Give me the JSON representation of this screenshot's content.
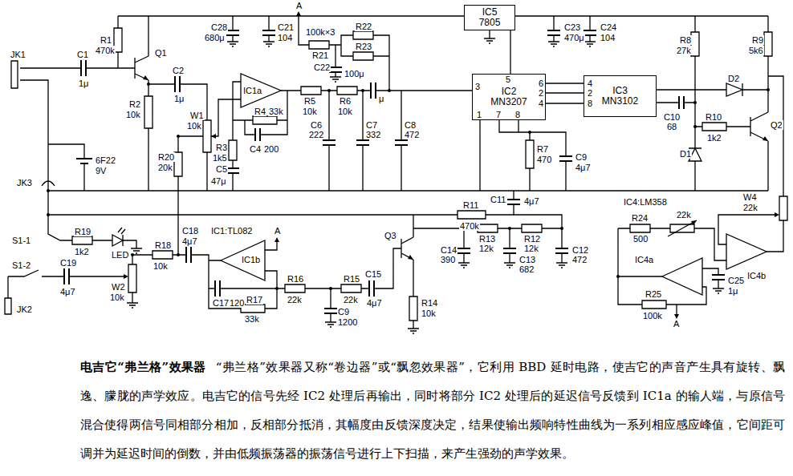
{
  "diagram": {
    "title": "电吉它“弗兰格”效果器",
    "caption": "“弗兰格”效果器又称“卷边器”或“飘忽效果器”，它利用 BBD 延时电路，使吉它的声音产生具有旋转、飘逸、朦胧的声学效应。电吉它的信号先经 IC2 处理后再输出，同时将部分 IC2 处理后的延迟信号反馈到 IC1a 的输人端，与原信号混合使得两信号同相部分相加，反相部分抵消，其幅度由反馈深度决定，结果使输出频响特性曲线为一系列相应感应峰值，它间距可调并为延迟时间的倒数，并由低频振荡器的振荡信号进行上下扫描，来产生强劲的声学效果。",
    "nodes": [
      {
        "text": [
          "IC5",
          "7805"
        ]
      },
      {
        "text": [
          "IC2",
          "MN3207"
        ]
      },
      {
        "text": [
          "IC3",
          "MN3102"
        ]
      }
    ],
    "edges": [
      {
        "from": 0,
        "to": 1,
        "arrow": "none"
      },
      {
        "from": 1,
        "to": 2,
        "arrow": "none"
      },
      {
        "from": 1,
        "to": 2,
        "arrow": "none"
      },
      {
        "from": 1,
        "to": 2,
        "arrow": "none"
      }
    ],
    "labels": [
      "A",
      "JK1",
      "R1",
      "470k",
      "C1",
      "1μ",
      "Q1",
      "C2",
      "1μ",
      "R2",
      "10k",
      "W1",
      "10k",
      "R20",
      "20k",
      "IC1a",
      "R4",
      "33k",
      "C4",
      "200",
      "R3",
      "1k5",
      "C5",
      "47μ",
      "R5",
      "10k",
      "R6",
      "10k",
      "C6",
      "222",
      "C7",
      "332",
      "C8",
      "472",
      "C28",
      "680μ",
      "C21",
      "104",
      "100k×3",
      "R21",
      "R22",
      "R23",
      "C22",
      "100μ",
      "μ",
      "3",
      "5",
      "6",
      "2",
      "4",
      "4",
      "2",
      "8",
      "1",
      "7",
      "8",
      "C23",
      "470μ",
      "C24",
      "104",
      "R8",
      "27k",
      "R9",
      "5k6",
      "D2",
      "C10",
      "68",
      "R10",
      "1k2",
      "Q2",
      "D1",
      "R7",
      "470",
      "C9",
      "4μ7",
      "JK3",
      "6F22",
      "9V",
      "C11",
      "4μ7",
      "R11",
      "470k",
      "IC4:LM358",
      "R24",
      "500",
      "22k",
      "IC4a",
      "IC4b",
      "W4",
      "22k",
      "C25",
      "1μ",
      "R25",
      "100k",
      "A",
      "S1-1",
      "R19",
      "1k2",
      "LED",
      "S1-2",
      "C19",
      "4μ7",
      "W2",
      "10k",
      "JK2",
      "R18",
      "10k",
      "C18",
      "4μ7",
      "IC1:TL082",
      "A",
      "IC1b",
      "R16",
      "22k",
      "C17",
      "120",
      "R17",
      "33k",
      "C9",
      "1200",
      "R15",
      "22k",
      "C15",
      "4μ7",
      "Q3",
      "C14",
      "390",
      "R13",
      "12k",
      "R12",
      "12k",
      "C13",
      "682",
      "C12",
      "472",
      "R14",
      "10k"
    ]
  }
}
